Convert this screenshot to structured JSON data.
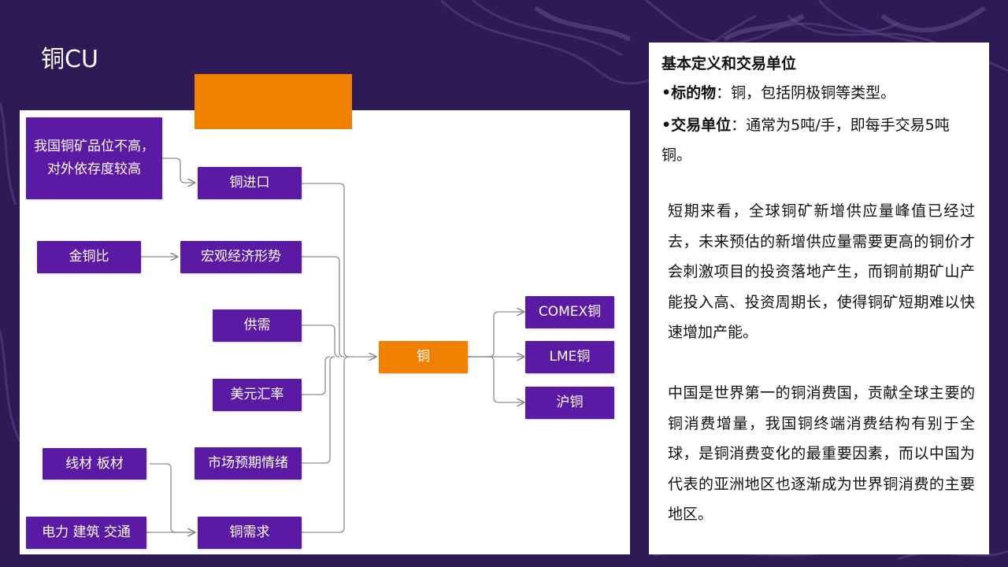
{
  "slide": {
    "title": "铜CU"
  },
  "colors": {
    "background": "#2e1b55",
    "node": "#5a1aa3",
    "center": "#f08000",
    "edge": "#8c8c8c"
  },
  "diagram": {
    "nodes": {
      "low_grade": "我国铜矿品位不高，对外依存度较高",
      "copper_import": "铜进口",
      "gold_copper_ratio": "金铜比",
      "macro_economy": "宏观经济形势",
      "supply_demand": "供需",
      "usd_rate": "美元汇率",
      "wire_sheet": "线材 板材",
      "market_sentiment": "市场预期情绪",
      "power_build_traffic": "电力  建筑  交通",
      "copper_demand": "铜需求",
      "copper_center": "铜",
      "comex": "COMEX铜",
      "lme": "LME铜",
      "shfe": "沪铜"
    }
  },
  "info": {
    "heading": "基本定义和交易单位",
    "subject_label": "•标的物",
    "subject_text": "：铜，包括阴极铜等类型。",
    "unit_label": "•交易单位",
    "unit_text": "：通常为5吨/手，即每手交易5吨",
    "unit_text_cont": "铜。",
    "paragraph1": "短期来看，全球铜矿新增供应量峰值已经过去，未来预估的新增供应量需要更高的铜价才会刺激项目的投资落地产生，而铜前期矿山产能投入高、投资周期长，使得铜矿短期难以快速增加产能。",
    "paragraph2": "中国是世界第一的铜消费国，贡献全球主要的铜消费增量，我国铜终端消费结构有别于全球，是铜消费变化的最重要因素，而以中国为代表的亚洲地区也逐渐成为世界铜消费的主要地区。"
  }
}
